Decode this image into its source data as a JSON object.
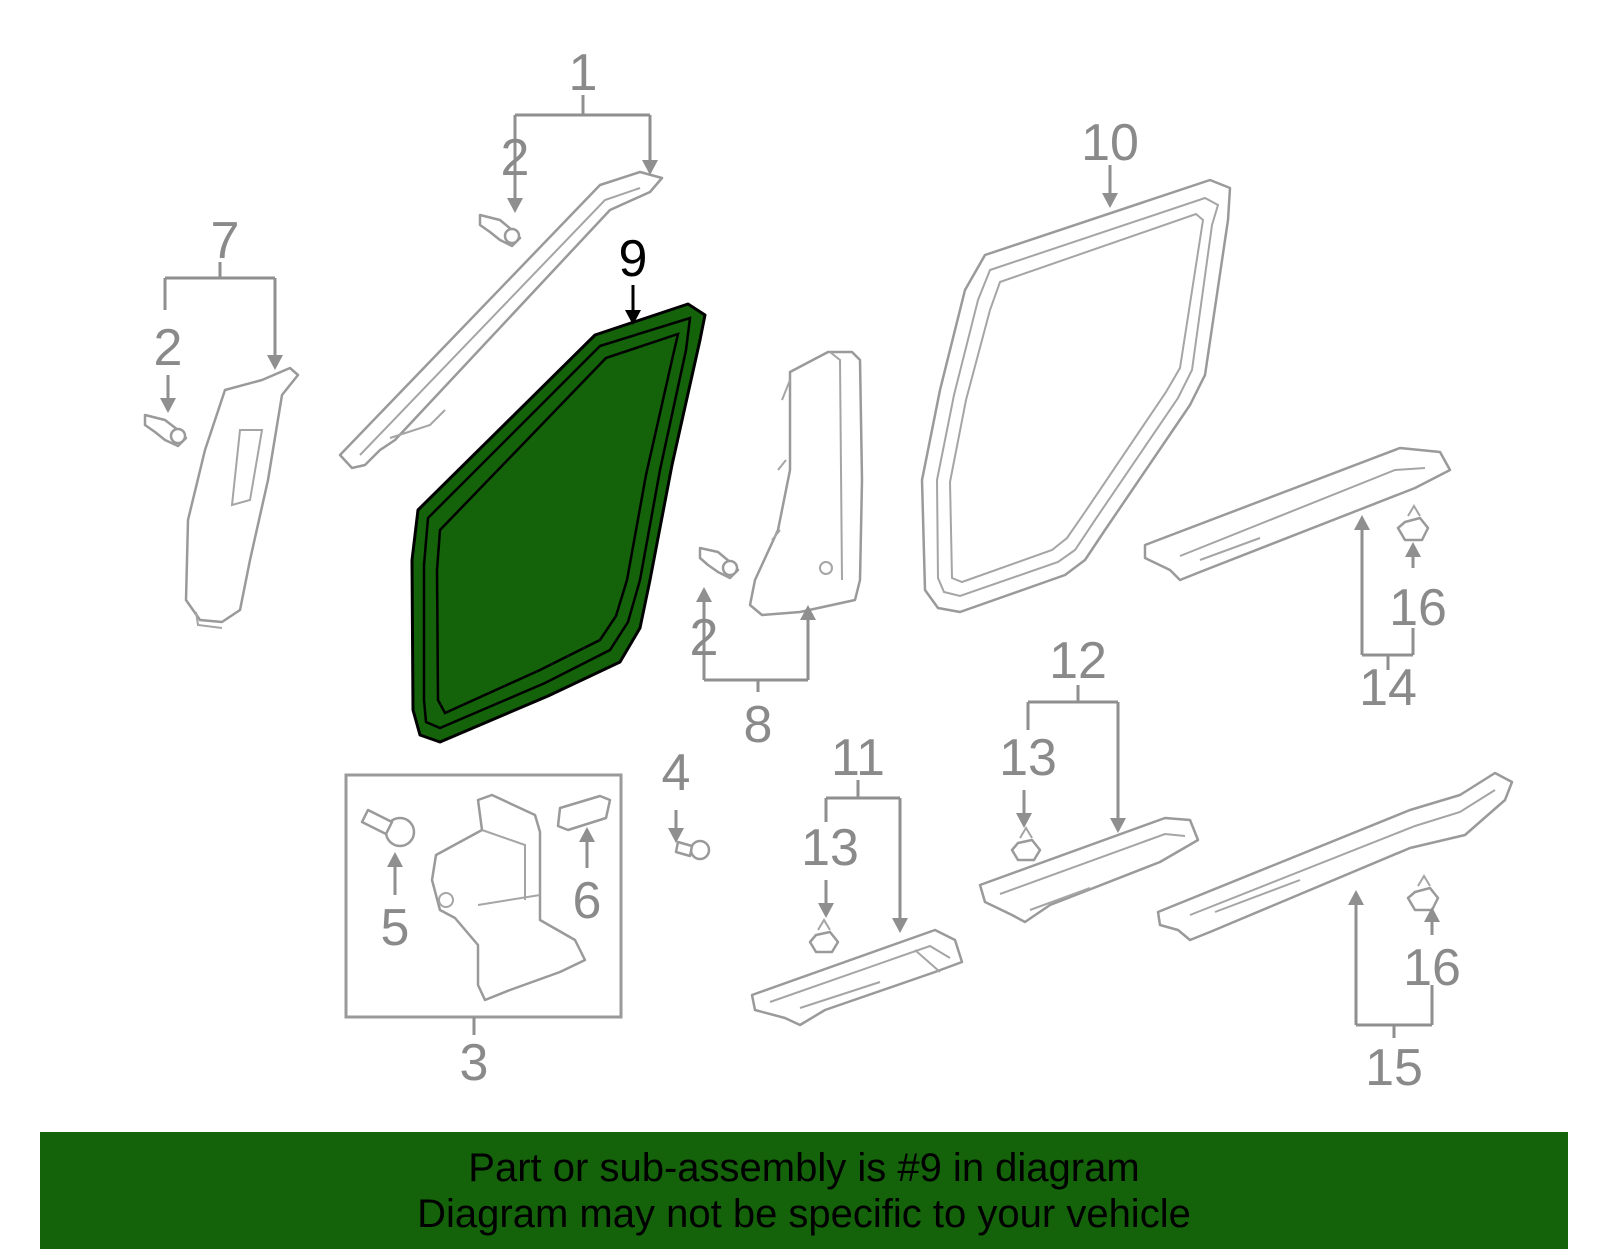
{
  "colors": {
    "highlight": "#14620a",
    "banner": "#14620a",
    "outline": "#9a9a9a",
    "text": "#8a8a8a",
    "active_text": "#000000"
  },
  "highlighted_part": "9",
  "callouts": {
    "c1": "1",
    "c2a": "2",
    "c2b": "2",
    "c2c": "2",
    "c3": "3",
    "c4": "4",
    "c5": "5",
    "c6": "6",
    "c7": "7",
    "c8": "8",
    "c9": "9",
    "c10": "10",
    "c11": "11",
    "c12": "12",
    "c13a": "13",
    "c13b": "13",
    "c14": "14",
    "c15": "15",
    "c16a": "16",
    "c16b": "16"
  },
  "banner": {
    "line1": "Part or sub-assembly is #9 in diagram",
    "line2": "Diagram may not be specific to your vehicle"
  }
}
